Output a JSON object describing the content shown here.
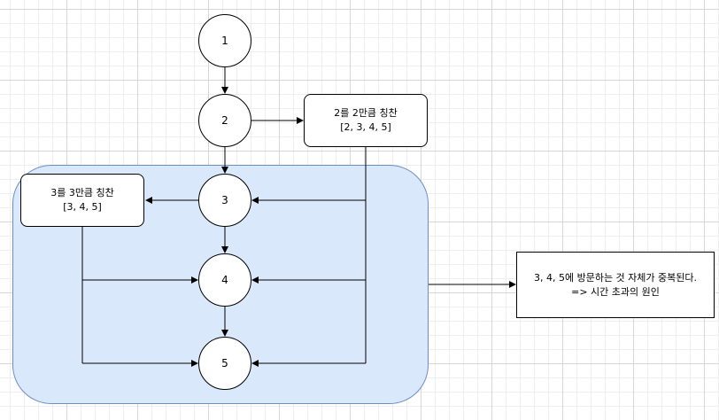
{
  "nodes": {
    "n1": "1",
    "n2": "2",
    "n3": "3",
    "n4": "4",
    "n5": "5"
  },
  "notes": {
    "visit_2": {
      "line1": "2를 2만큼 칭찬",
      "line2": "[2, 3, 4, 5]"
    },
    "visit_3": {
      "line1": "3를 3만큼 칭찬",
      "line2": "[3, 4, 5]"
    }
  },
  "result": {
    "line1": "3, 4, 5에 방문하는 것 자체가 중복된다.",
    "line2": "=> 시간 초과의 원인"
  },
  "colors": {
    "group_fill": "#dae8fc",
    "group_stroke": "#6c8ebf",
    "line": "#000000"
  }
}
